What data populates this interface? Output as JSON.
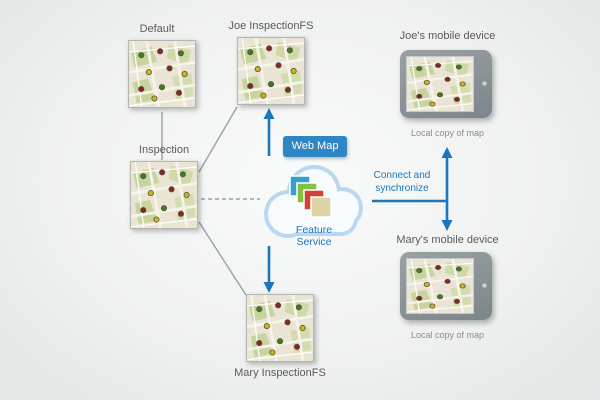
{
  "nodes": {
    "default": {
      "label": "Default"
    },
    "joe_fs": {
      "label": "Joe InspectionFS"
    },
    "inspection": {
      "label": "Inspection"
    },
    "mary_fs": {
      "label": "Mary InspectionFS"
    }
  },
  "cloud": {
    "badge": "Web Map",
    "service_label": "Feature Service"
  },
  "devices": {
    "joe": {
      "label": "Joe's mobile device",
      "caption": "Local copy of map"
    },
    "mary": {
      "label": "Mary's mobile device",
      "caption": "Local copy of map"
    }
  },
  "annotations": {
    "sync_label": "Connect and synchronize"
  },
  "icons": {
    "cloud": "feature-service-cloud-icon",
    "layers": "map-layers-icon",
    "camera": "tablet-camera-dot"
  },
  "colors": {
    "accent_blue": "#1c76bc",
    "badge_blue": "#2e86c3",
    "connector_gray": "#9aa0a4",
    "map_base": "#e9e4d4",
    "park_green": "#c7d49d",
    "device_frame": "#878f94",
    "dot_green": "#3e7d1e",
    "dot_red": "#8e2120",
    "dot_yellow": "#d3b512"
  }
}
